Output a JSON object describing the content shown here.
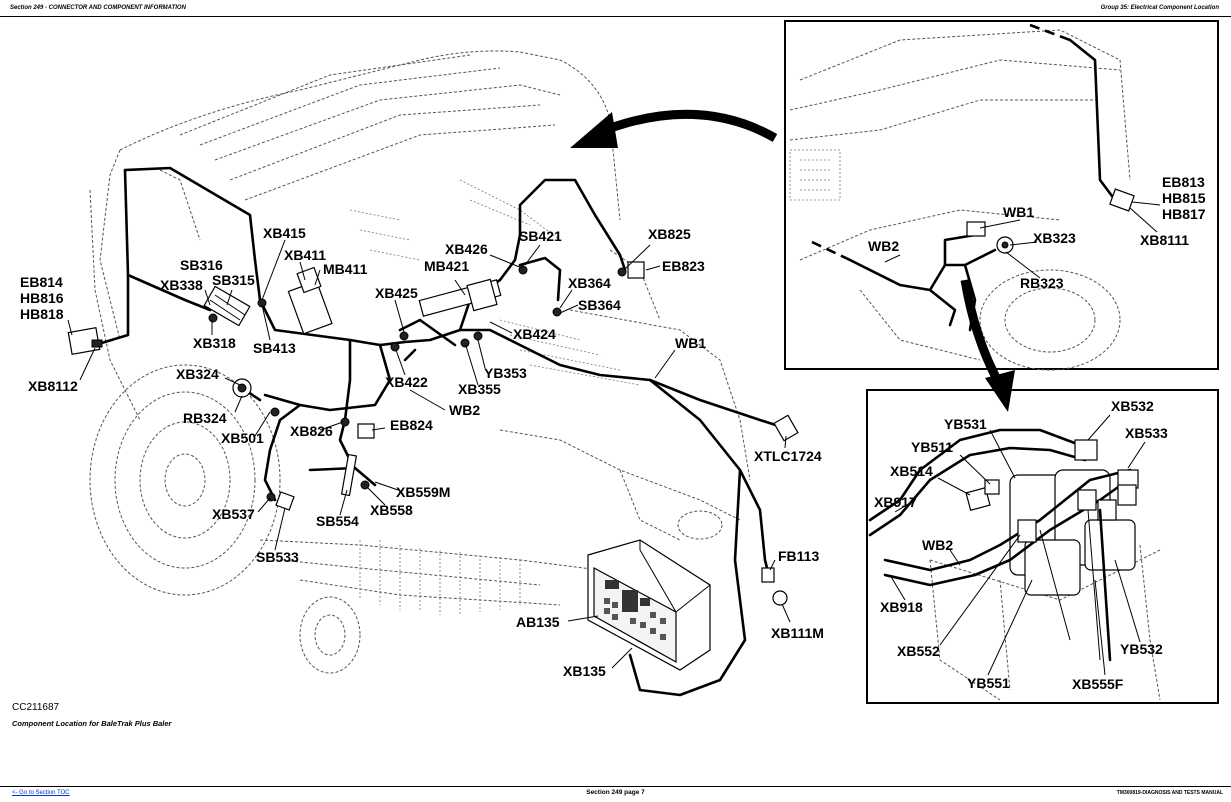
{
  "header": {
    "left": "Section 249 - CONNECTOR AND COMPONENT INFORMATION",
    "right": "Group 35: Electrical Component Location"
  },
  "figure": {
    "id": "CC211687",
    "caption": "Component Location for BaleTrak Plus Baler"
  },
  "labels": {
    "EB814": "EB814",
    "HB816": "HB816",
    "HB818": "HB818",
    "XB8112": "XB8112",
    "XB338": "XB338",
    "SB316": "SB316",
    "SB315": "SB315",
    "XB318": "XB318",
    "XB415": "XB415",
    "XB411": "XB411",
    "MB411": "MB411",
    "SB413": "SB413",
    "XB324": "XB324",
    "RB324": "RB324",
    "XB501": "XB501",
    "XB826": "XB826",
    "EB824": "EB824",
    "XB537": "XB537",
    "SB533": "SB533",
    "SB554": "SB554",
    "XB558": "XB558",
    "XB559M": "XB559M",
    "XB425": "XB425",
    "XB422": "XB422",
    "XB355": "XB355",
    "WB2": "WB2",
    "YB353": "YB353",
    "XB426": "XB426",
    "MB421": "MB421",
    "SB421": "SB421",
    "XB424": "XB424",
    "XB364": "XB364",
    "SB364": "SB364",
    "XB825": "XB825",
    "EB823": "EB823",
    "WB1": "WB1",
    "XTLC1724": "XTLC1724",
    "FB113": "FB113",
    "XB111M": "XB111M",
    "AB135": "AB135",
    "XB135": "XB135",
    "in1_EB813": "EB813",
    "in1_HB815": "HB815",
    "in1_HB817": "HB817",
    "in1_XB8111": "XB8111",
    "in1_WB1": "WB1",
    "in1_XB323": "XB323",
    "in1_WB2": "WB2",
    "in1_RB323": "RB323",
    "in2_XB532": "XB532",
    "in2_XB533": "XB533",
    "in2_YB531": "YB531",
    "in2_YB511": "YB511",
    "in2_XB514": "XB514",
    "in2_XB917": "XB917",
    "in2_WB2": "WB2",
    "in2_XB918": "XB918",
    "in2_XB552": "XB552",
    "in2_YB551": "YB551",
    "in2_XB555F": "XB555F",
    "in2_YB532": "YB532"
  },
  "footer": {
    "link": "<- Go to Section TOC",
    "page": "Section 249 page 7",
    "manual": "TM300819-DIAGNOSIS AND TESTS MANUAL"
  }
}
